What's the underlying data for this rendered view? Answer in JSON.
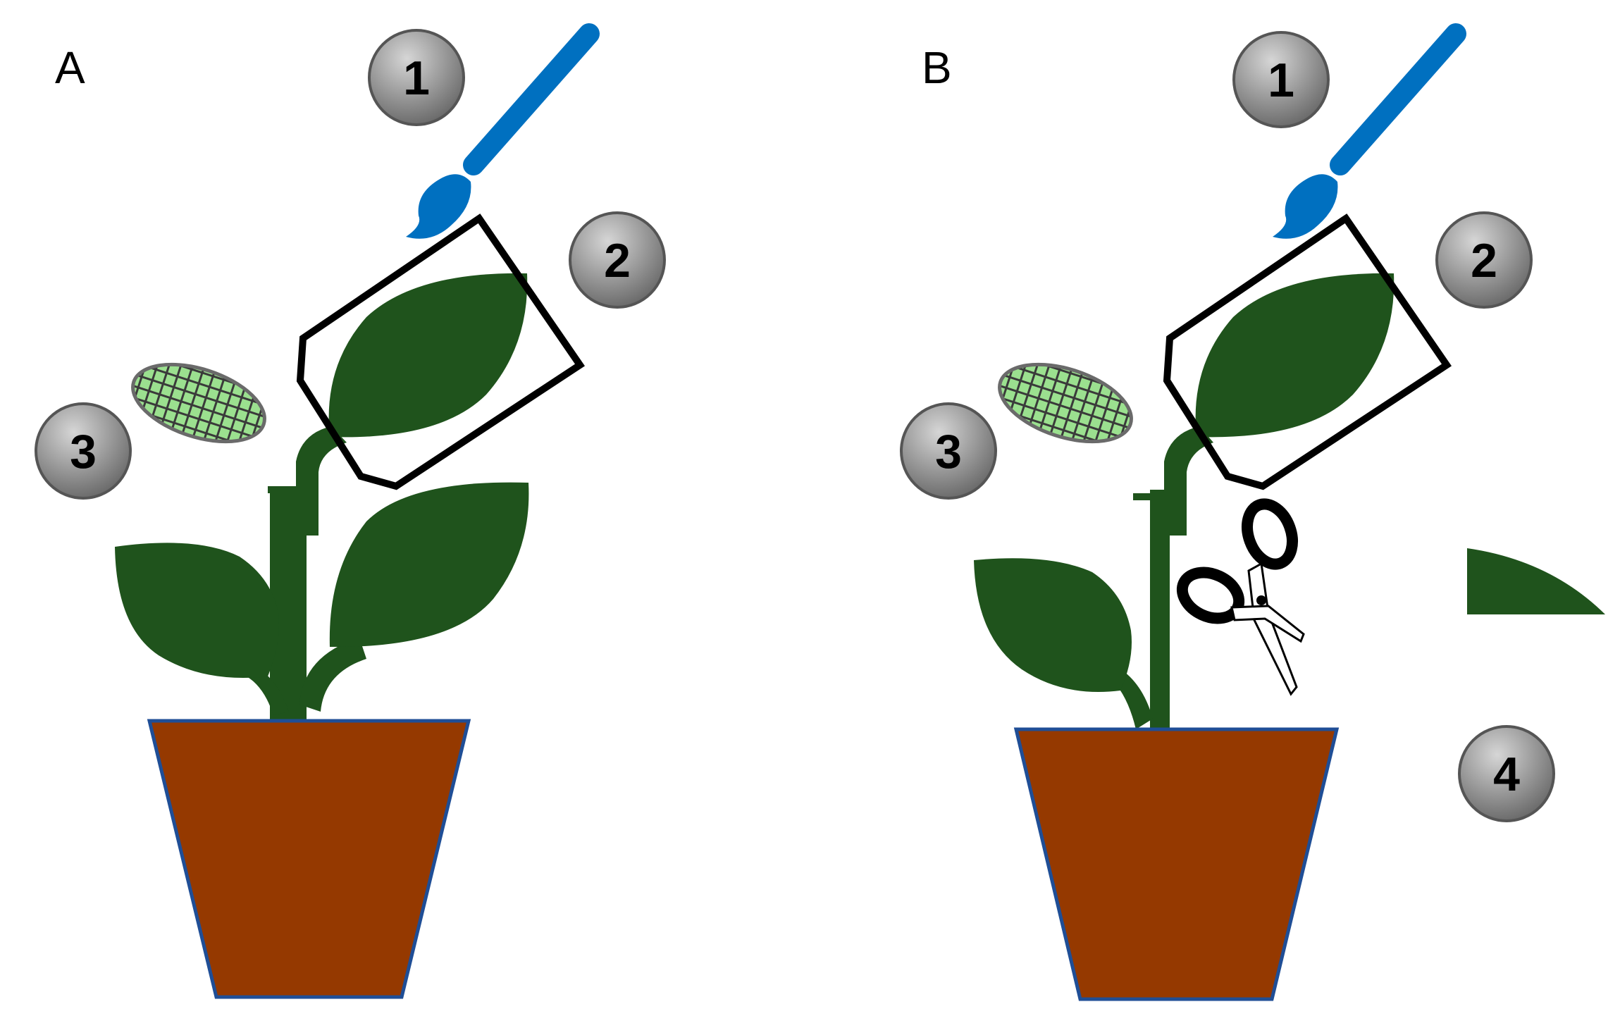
{
  "panels": [
    {
      "letter": "A",
      "badges": [
        "1",
        "2",
        "3"
      ]
    },
    {
      "letter": "B",
      "badges": [
        "1",
        "2",
        "3",
        "4"
      ]
    }
  ],
  "colors": {
    "leaf": "#1f531c",
    "pot": "#953900",
    "pot_outline": "#1f4e96",
    "brush": "#0070c0",
    "mesh_green": "#9be08f",
    "mesh_grid": "#3a3a3a",
    "badge_light": "#d2d2d2",
    "badge_dark": "#6b6b6b",
    "outline": "#000000"
  },
  "icons": [
    "paintbrush-icon",
    "leaf-cage-outline",
    "mesh-bag-icon",
    "scissors-icon",
    "cut-leaf-fragment"
  ]
}
